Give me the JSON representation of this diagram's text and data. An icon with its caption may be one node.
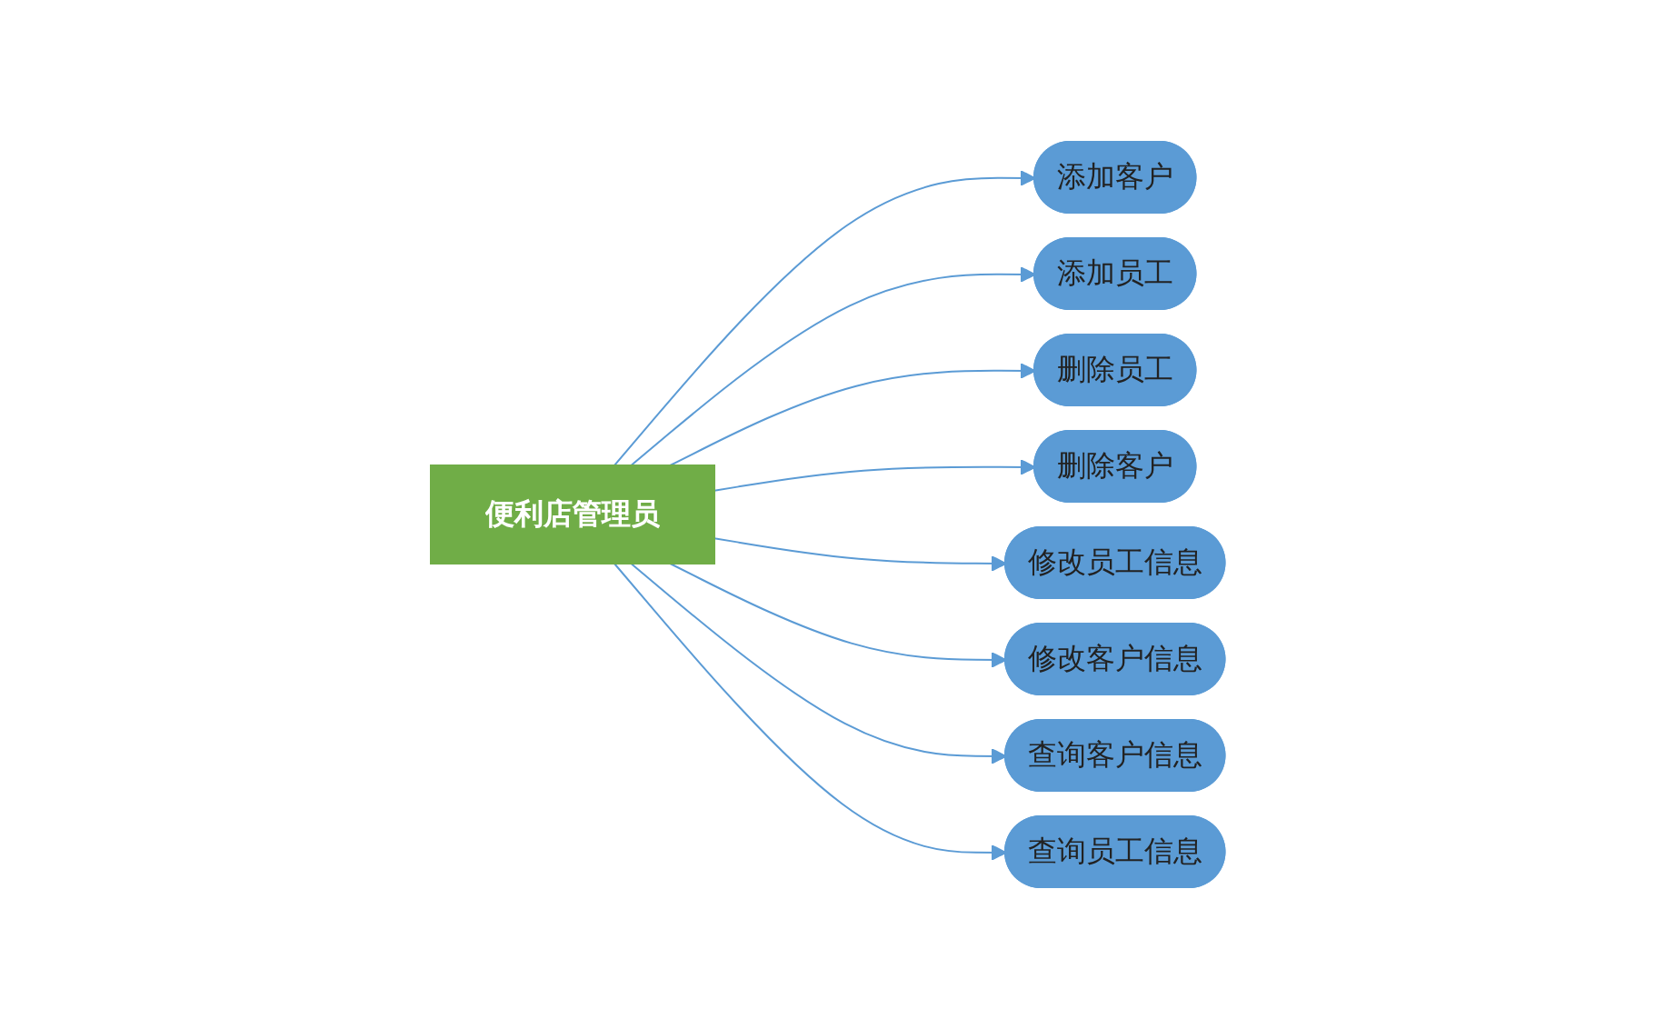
{
  "diagram": {
    "nodes": [
      {
        "text": [
          "添加员工"
        ]
      },
      {
        "text": [
          "添加客户"
        ]
      },
      {
        "text": [
          "删除员工"
        ]
      },
      {
        "text": [
          "删除客户"
        ]
      },
      {
        "text": [
          "便利店管理员"
        ]
      },
      {
        "text": [
          "修改员工信息"
        ]
      },
      {
        "text": [
          "修改客户信息"
        ]
      },
      {
        "text": [
          "查询客户信息"
        ]
      },
      {
        "text": [
          "查询员工信息"
        ]
      }
    ],
    "edges": [
      {
        "from": 4,
        "to": 1,
        "arrow": "to"
      },
      {
        "from": 4,
        "to": 0,
        "arrow": "to"
      },
      {
        "from": 4,
        "to": 2,
        "arrow": "to"
      },
      {
        "from": 4,
        "to": 3,
        "arrow": "to"
      },
      {
        "from": 4,
        "to": 5,
        "arrow": "to"
      },
      {
        "from": 4,
        "to": 6,
        "arrow": "to"
      },
      {
        "from": 4,
        "to": 7,
        "arrow": "to"
      },
      {
        "from": 4,
        "to": 8,
        "arrow": "to"
      }
    ]
  }
}
